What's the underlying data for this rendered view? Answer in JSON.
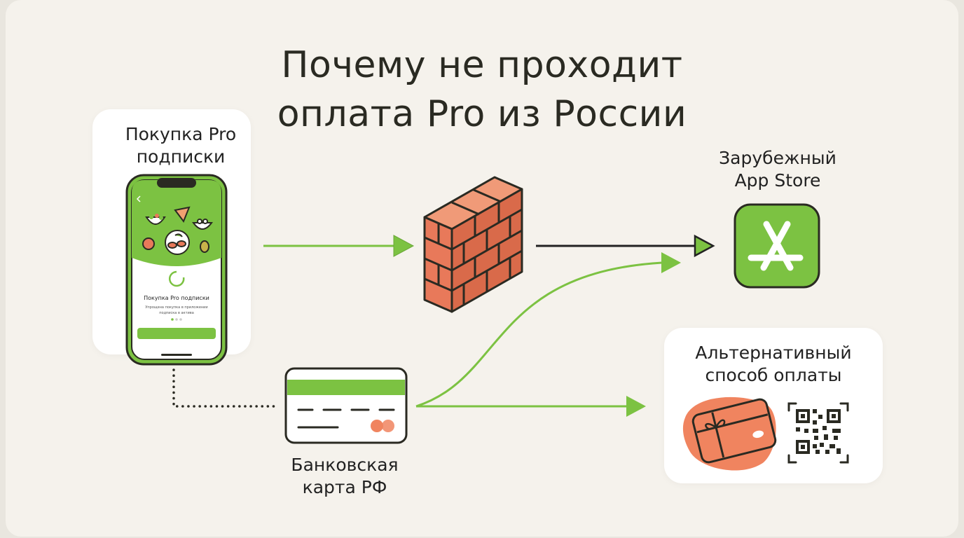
{
  "title_line1": "Почему не проходит",
  "title_line2": "оплата Pro из России",
  "purchase_card": {
    "label_line1": "Покупка Pro",
    "label_line2": "подписки",
    "phone_heading": "Покупка Pro подписки",
    "phone_subtext_line1": "Упрощена покупка в приложении",
    "phone_subtext_line2": "подписка в актива"
  },
  "app_store": {
    "label_line1": "Зарубежный",
    "label_line2": "App Store"
  },
  "alternative": {
    "label_line1": "Альтернативный",
    "label_line2": "способ оплаты"
  },
  "bank_card": {
    "label_line1": "Банковская",
    "label_line2": "карта РФ"
  },
  "colors": {
    "green": "#7cc242",
    "brick": "#e8795a",
    "coral": "#f0845f",
    "dark": "#222222"
  }
}
